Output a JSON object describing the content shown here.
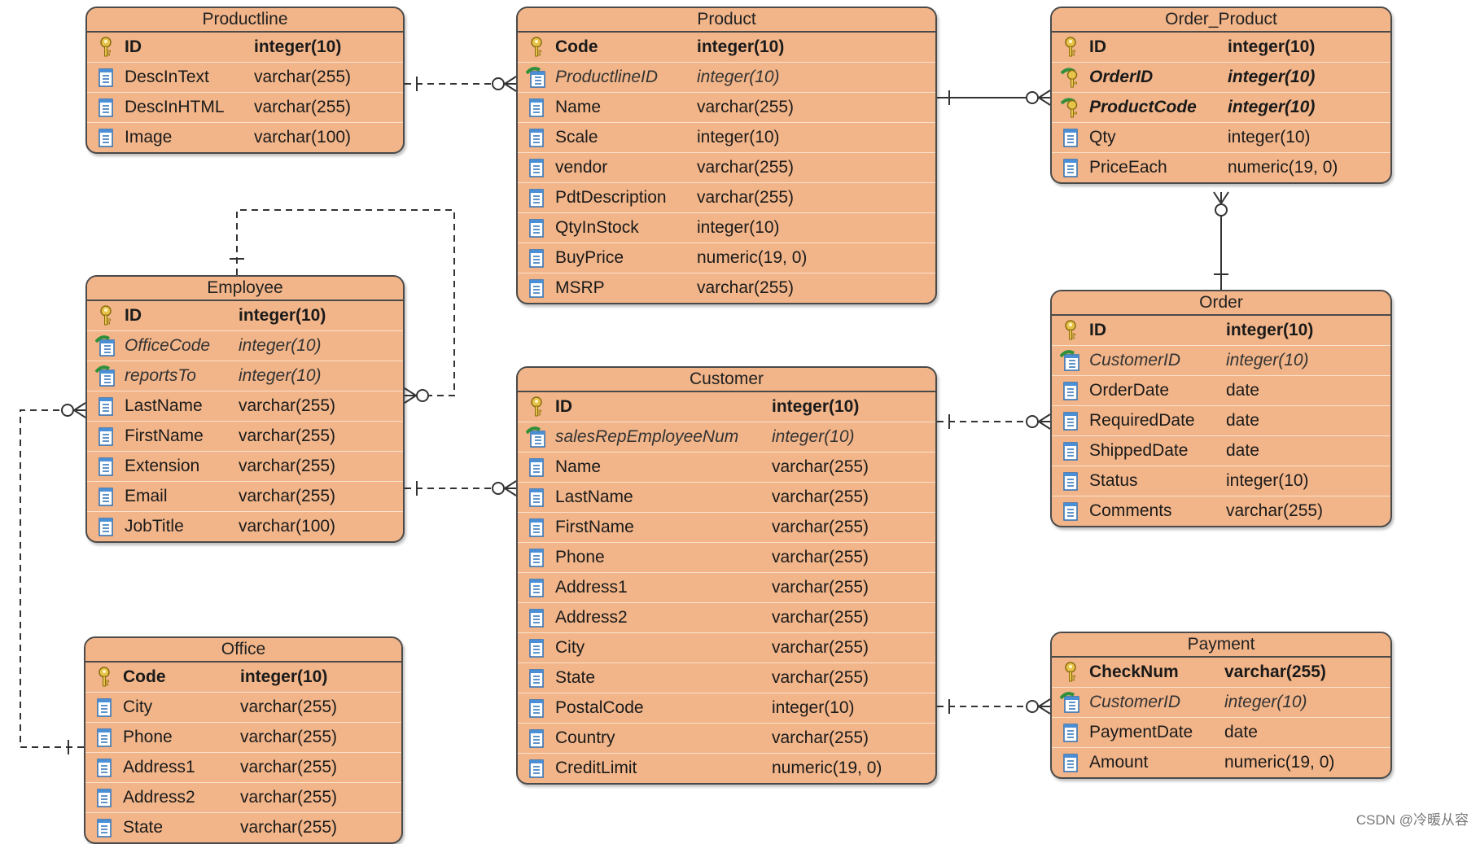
{
  "colors": {
    "entity_fill": "#f2b589",
    "entity_border": "#4a4a4a",
    "connector": "#333333"
  },
  "icons": {
    "pk": "primary-key-icon",
    "fk": "foreign-key-icon",
    "pkfk": "primary-foreign-key-icon",
    "col": "column-icon"
  },
  "entities": {
    "productline": {
      "title": "Productline",
      "columns": [
        {
          "name": "ID",
          "type": "integer(10)",
          "kind": "pk"
        },
        {
          "name": "DescInText",
          "type": "varchar(255)",
          "kind": "col"
        },
        {
          "name": "DescInHTML",
          "type": "varchar(255)",
          "kind": "col"
        },
        {
          "name": "Image",
          "type": "varchar(100)",
          "kind": "col"
        }
      ]
    },
    "product": {
      "title": "Product",
      "columns": [
        {
          "name": "Code",
          "type": "integer(10)",
          "kind": "pk"
        },
        {
          "name": "ProductlineID",
          "type": "integer(10)",
          "kind": "fk"
        },
        {
          "name": "Name",
          "type": "varchar(255)",
          "kind": "col"
        },
        {
          "name": "Scale",
          "type": "integer(10)",
          "kind": "col"
        },
        {
          "name": "vendor",
          "type": "varchar(255)",
          "kind": "col"
        },
        {
          "name": "PdtDescription",
          "type": "varchar(255)",
          "kind": "col"
        },
        {
          "name": "QtyInStock",
          "type": "integer(10)",
          "kind": "col"
        },
        {
          "name": "BuyPrice",
          "type": "numeric(19, 0)",
          "kind": "col"
        },
        {
          "name": "MSRP",
          "type": "varchar(255)",
          "kind": "col"
        }
      ]
    },
    "order_product": {
      "title": "Order_Product",
      "columns": [
        {
          "name": "ID",
          "type": "integer(10)",
          "kind": "pk"
        },
        {
          "name": "OrderID",
          "type": "integer(10)",
          "kind": "pkfk"
        },
        {
          "name": "ProductCode",
          "type": "integer(10)",
          "kind": "pkfk"
        },
        {
          "name": "Qty",
          "type": "integer(10)",
          "kind": "col"
        },
        {
          "name": "PriceEach",
          "type": "numeric(19, 0)",
          "kind": "col"
        }
      ]
    },
    "employee": {
      "title": "Employee",
      "columns": [
        {
          "name": "ID",
          "type": "integer(10)",
          "kind": "pk"
        },
        {
          "name": "OfficeCode",
          "type": "integer(10)",
          "kind": "fk"
        },
        {
          "name": "reportsTo",
          "type": "integer(10)",
          "kind": "fk"
        },
        {
          "name": "LastName",
          "type": "varchar(255)",
          "kind": "col"
        },
        {
          "name": "FirstName",
          "type": "varchar(255)",
          "kind": "col"
        },
        {
          "name": "Extension",
          "type": "varchar(255)",
          "kind": "col"
        },
        {
          "name": "Email",
          "type": "varchar(255)",
          "kind": "col"
        },
        {
          "name": "JobTitle",
          "type": "varchar(100)",
          "kind": "col"
        }
      ]
    },
    "customer": {
      "title": "Customer",
      "columns": [
        {
          "name": "ID",
          "type": "integer(10)",
          "kind": "pk"
        },
        {
          "name": "salesRepEmployeeNum",
          "type": "integer(10)",
          "kind": "fk"
        },
        {
          "name": "Name",
          "type": "varchar(255)",
          "kind": "col"
        },
        {
          "name": "LastName",
          "type": "varchar(255)",
          "kind": "col"
        },
        {
          "name": "FirstName",
          "type": "varchar(255)",
          "kind": "col"
        },
        {
          "name": "Phone",
          "type": "varchar(255)",
          "kind": "col"
        },
        {
          "name": "Address1",
          "type": "varchar(255)",
          "kind": "col"
        },
        {
          "name": "Address2",
          "type": "varchar(255)",
          "kind": "col"
        },
        {
          "name": "City",
          "type": "varchar(255)",
          "kind": "col"
        },
        {
          "name": "State",
          "type": "varchar(255)",
          "kind": "col"
        },
        {
          "name": "PostalCode",
          "type": "integer(10)",
          "kind": "col"
        },
        {
          "name": "Country",
          "type": "varchar(255)",
          "kind": "col"
        },
        {
          "name": "CreditLimit",
          "type": "numeric(19, 0)",
          "kind": "col"
        }
      ]
    },
    "order": {
      "title": "Order",
      "columns": [
        {
          "name": "ID",
          "type": "integer(10)",
          "kind": "pk"
        },
        {
          "name": "CustomerID",
          "type": "integer(10)",
          "kind": "fk"
        },
        {
          "name": "OrderDate",
          "type": "date",
          "kind": "col"
        },
        {
          "name": "RequiredDate",
          "type": "date",
          "kind": "col"
        },
        {
          "name": "ShippedDate",
          "type": "date",
          "kind": "col"
        },
        {
          "name": "Status",
          "type": "integer(10)",
          "kind": "col"
        },
        {
          "name": "Comments",
          "type": "varchar(255)",
          "kind": "col"
        }
      ]
    },
    "office": {
      "title": "Office",
      "columns": [
        {
          "name": "Code",
          "type": "integer(10)",
          "kind": "pk"
        },
        {
          "name": "City",
          "type": "varchar(255)",
          "kind": "col"
        },
        {
          "name": "Phone",
          "type": "varchar(255)",
          "kind": "col"
        },
        {
          "name": "Address1",
          "type": "varchar(255)",
          "kind": "col"
        },
        {
          "name": "Address2",
          "type": "varchar(255)",
          "kind": "col"
        },
        {
          "name": "State",
          "type": "varchar(255)",
          "kind": "col"
        }
      ]
    },
    "payment": {
      "title": "Payment",
      "columns": [
        {
          "name": "CheckNum",
          "type": "varchar(255)",
          "kind": "pk"
        },
        {
          "name": "CustomerID",
          "type": "integer(10)",
          "kind": "fk"
        },
        {
          "name": "PaymentDate",
          "type": "date",
          "kind": "col"
        },
        {
          "name": "Amount",
          "type": "numeric(19, 0)",
          "kind": "col"
        }
      ]
    }
  },
  "watermark": "CSDN @冷暖从容"
}
